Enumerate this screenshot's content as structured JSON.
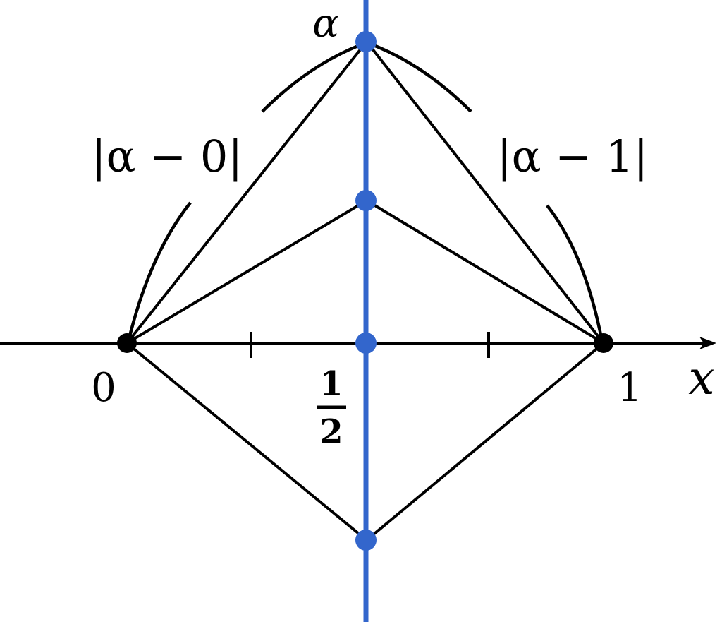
{
  "axis": {
    "x_label": "x"
  },
  "points": {
    "origin_label": "0",
    "one_label": "1",
    "alpha_label": "α",
    "half_numerator": "1",
    "half_denominator": "2"
  },
  "distances": {
    "left_label": "|α − 0|",
    "right_label": "|α − 1|"
  },
  "colors": {
    "bisector": "#3366cc",
    "ink": "#000000"
  }
}
